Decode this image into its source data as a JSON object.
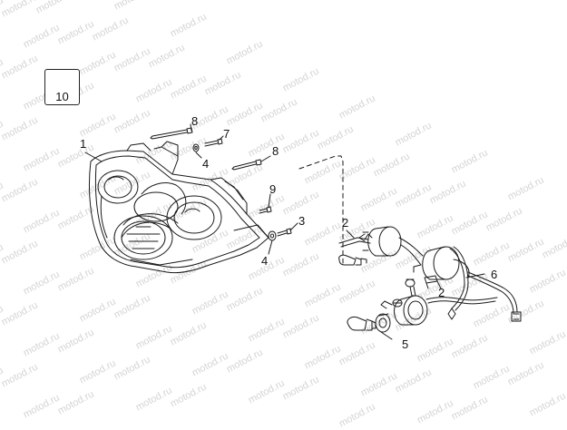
{
  "watermark": {
    "text": "motod.ru"
  },
  "reference_box": {
    "number": "10",
    "icon": "clip-nut-icon"
  },
  "callouts": {
    "headlight": "1",
    "wiring_clip_top": "2",
    "wiring_clip_bottom": "2",
    "washer_screw": "3",
    "washer_left": "4",
    "washer_bottom": "4",
    "bulb_socket": "5",
    "wiring_harness": "6",
    "screw_short": "7",
    "bolt_top": "8",
    "bolt_middle": "8",
    "screw_side": "9"
  },
  "colors": {
    "line": "#1a1a1a",
    "watermark": "#d4d4d4",
    "background": "#ffffff"
  }
}
